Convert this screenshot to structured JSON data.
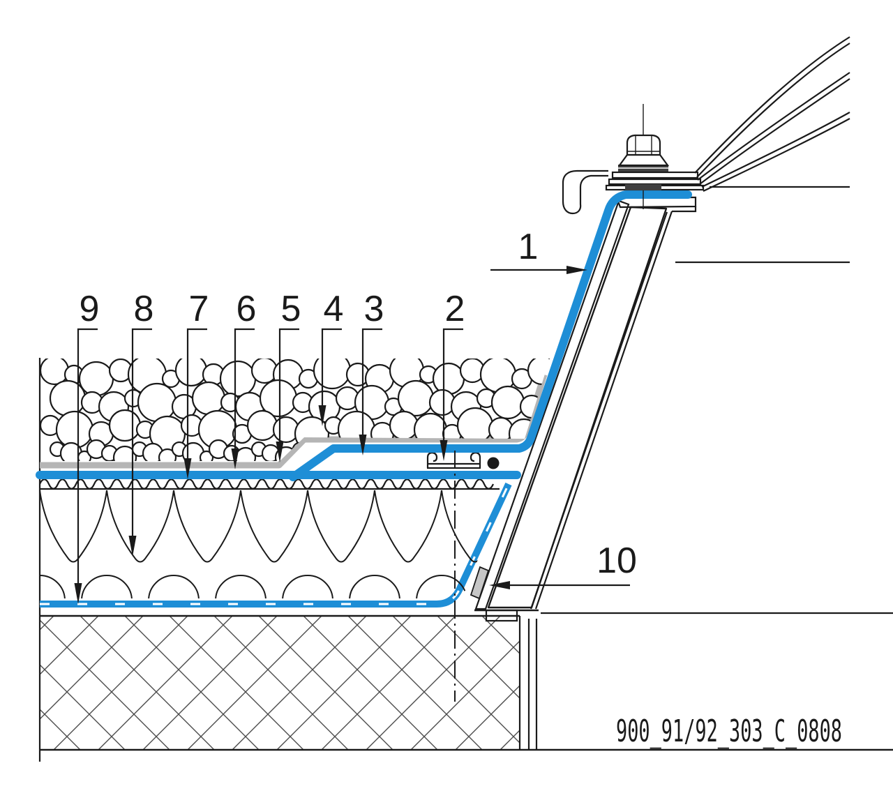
{
  "drawing_code": "900_91/92_303_C_0808",
  "callouts": [
    {
      "label": "1"
    },
    {
      "label": "2"
    },
    {
      "label": "3"
    },
    {
      "label": "4"
    },
    {
      "label": "5"
    },
    {
      "label": "6"
    },
    {
      "label": "7"
    },
    {
      "label": "8"
    },
    {
      "label": "9"
    },
    {
      "label": "10"
    }
  ],
  "colors": {
    "membrane_blue": "#1e8ed6",
    "protection_gray": "#b5b5b5",
    "pad_gray": "#c9c9c9",
    "line_dark": "#1a1a1a",
    "hatch_gray": "#4a4a4a"
  }
}
